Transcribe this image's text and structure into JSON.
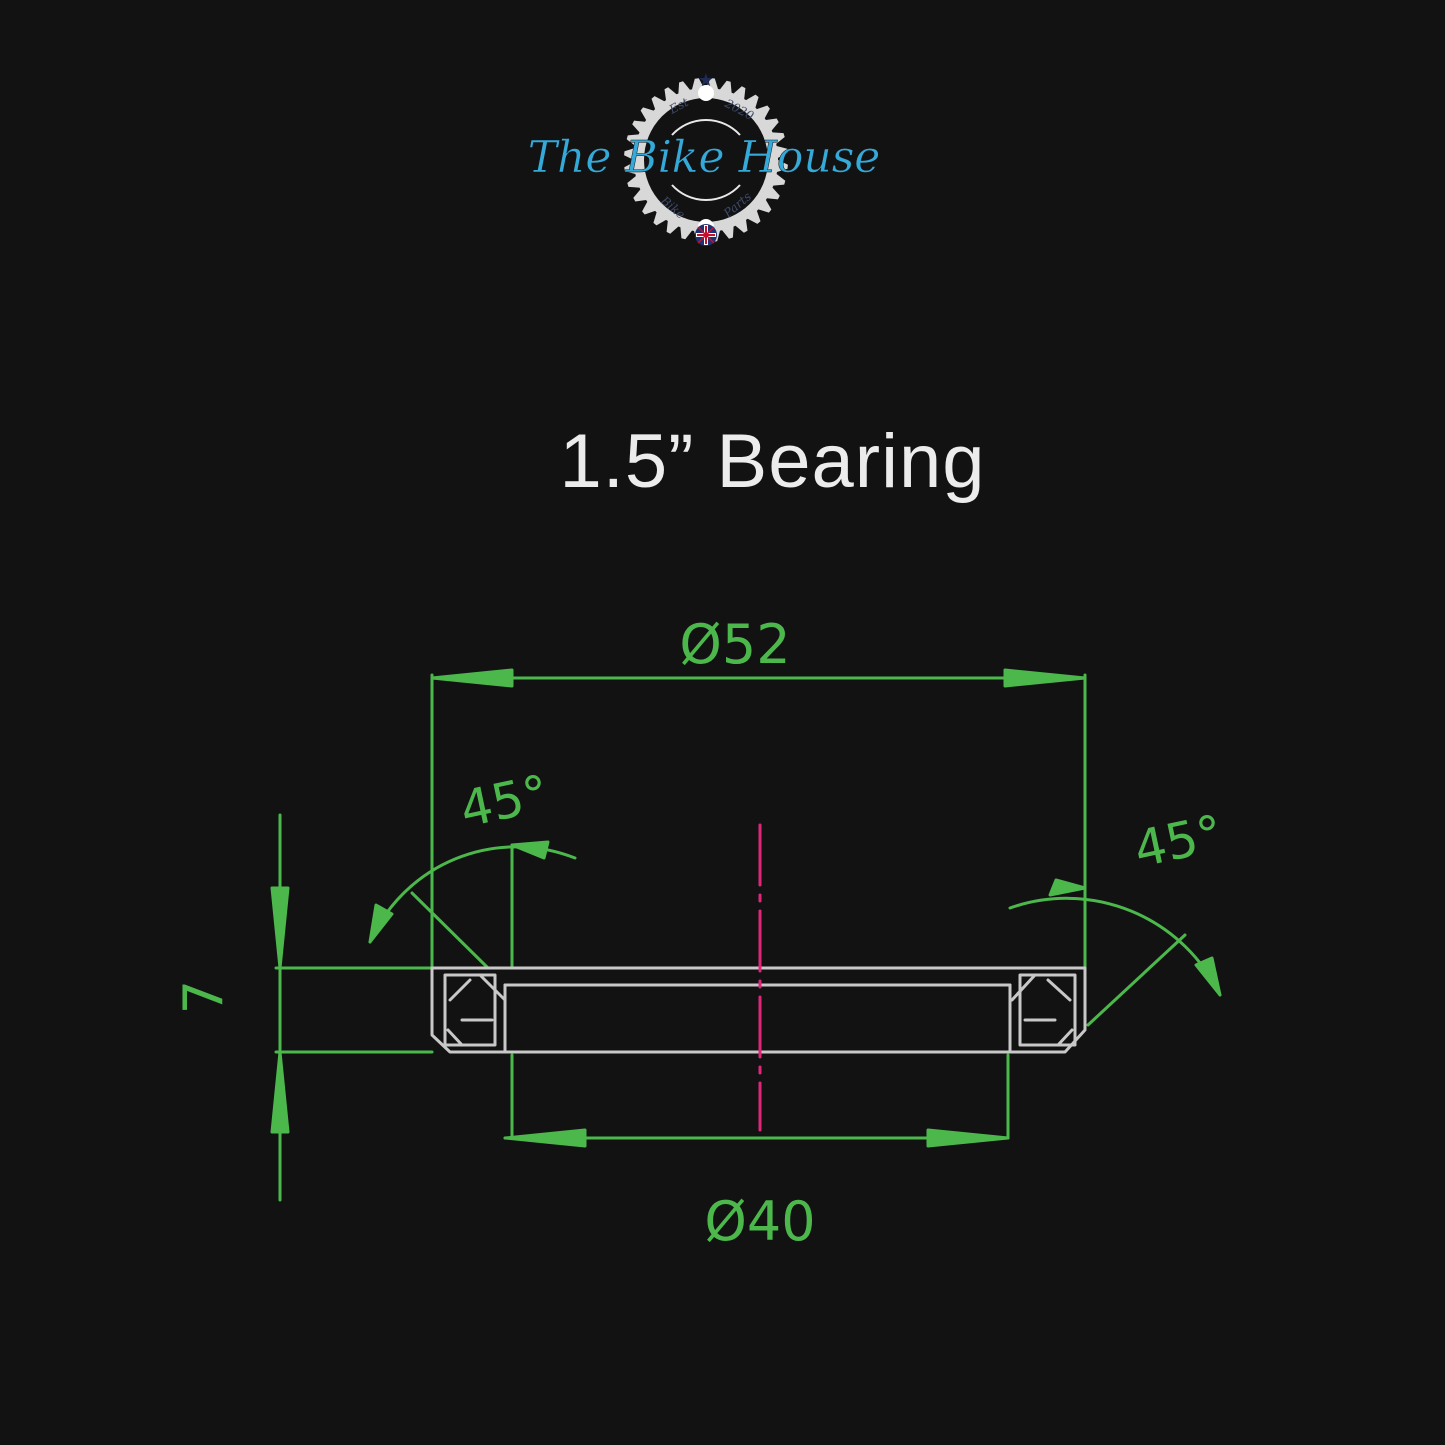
{
  "brand": {
    "name": "The Bike House",
    "est": "Est",
    "year": "2020",
    "tag_left": "Bike",
    "tag_right": "Parts",
    "accent": "#35a9d8",
    "gear_color": "#d8d8d8"
  },
  "title": "1.5” Bearing",
  "dimensions": {
    "outer_diameter": "Ø52",
    "inner_diameter": "Ø40",
    "height": "7",
    "chamfer_left": "45°",
    "chamfer_right": "45°"
  },
  "colors": {
    "dimension": "#4cb84c",
    "outline": "#c8c8c8",
    "centerline": "#e0267a",
    "background": "#121213"
  }
}
